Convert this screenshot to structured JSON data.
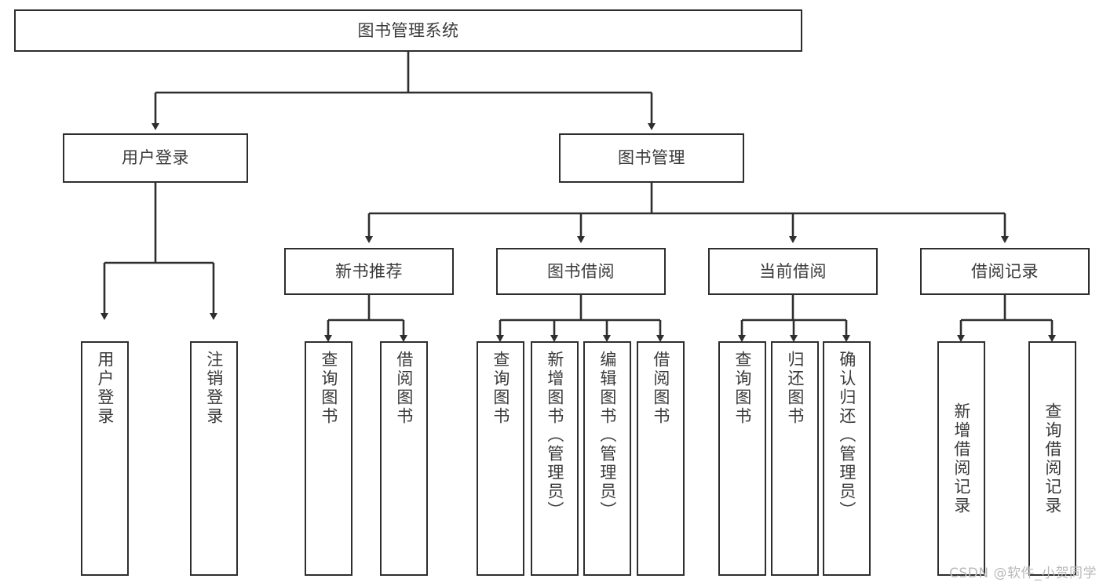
{
  "diagram": {
    "type": "tree",
    "title": "图书管理系统",
    "orientation": "top-down",
    "levels": 4,
    "colors": {
      "box_border": "#2e2e2e",
      "box_fill": "#ffffff",
      "connector": "#2e2e2e",
      "text": "#3a3a3a",
      "background": "#ffffff",
      "watermark": "#b9b9b9"
    },
    "root": {
      "label": "图书管理系统",
      "orientation": "horizontal"
    },
    "level2": [
      {
        "label": "用户登录",
        "orientation": "horizontal"
      },
      {
        "label": "图书管理",
        "orientation": "horizontal"
      }
    ],
    "level3": [
      {
        "label": "新书推荐",
        "orientation": "horizontal"
      },
      {
        "label": "图书借阅",
        "orientation": "horizontal"
      },
      {
        "label": "当前借阅",
        "orientation": "horizontal"
      },
      {
        "label": "借阅记录",
        "orientation": "horizontal"
      }
    ],
    "leaves": {
      "user_login": [
        {
          "label": "用户登录",
          "orientation": "vertical"
        },
        {
          "label": "注销登录",
          "orientation": "vertical"
        }
      ],
      "new_book_recommend": [
        {
          "label": "查询图书",
          "orientation": "vertical"
        },
        {
          "label": "借阅图书",
          "orientation": "vertical"
        }
      ],
      "book_borrow": [
        {
          "label": "查询图书",
          "orientation": "vertical"
        },
        {
          "label": "新增图书（管理员）",
          "orientation": "vertical"
        },
        {
          "label": "编辑图书（管理员）",
          "orientation": "vertical"
        },
        {
          "label": "借阅图书",
          "orientation": "vertical"
        }
      ],
      "current_borrow": [
        {
          "label": "查询图书",
          "orientation": "vertical"
        },
        {
          "label": "归还图书",
          "orientation": "vertical"
        },
        {
          "label": "确认归还（管理员）",
          "orientation": "vertical"
        }
      ],
      "borrow_record": [
        {
          "label": "新增借阅记录",
          "orientation": "vertical"
        },
        {
          "label": "查询借阅记录",
          "orientation": "vertical"
        }
      ]
    },
    "watermark": "CSDN @软件_小贺同学"
  }
}
